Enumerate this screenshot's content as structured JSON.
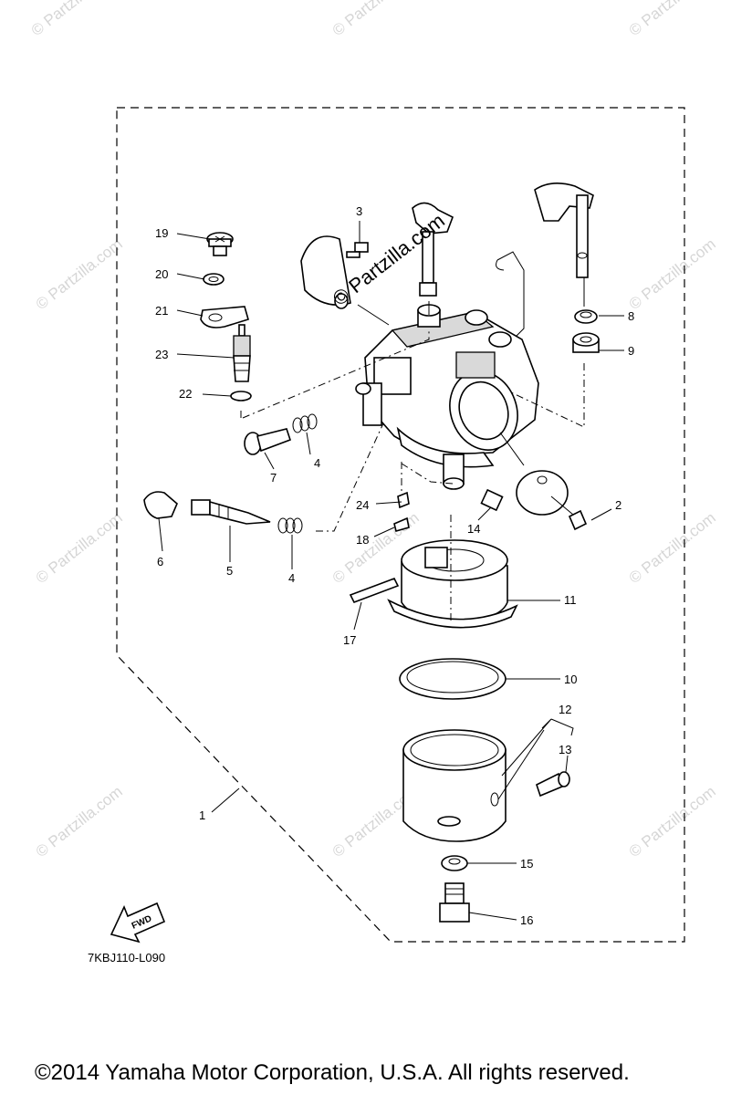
{
  "diagram": {
    "doc_code": "7KBJ110-L090",
    "copyright": "©2014  Yamaha Motor Corporation, U.S.A. All rights reserved.",
    "center_watermark": "© Partzilla.com",
    "watermark": "© Partzilla.com",
    "fwd_label": "FWD",
    "callouts": {
      "c1": "1",
      "c2": "2",
      "c3": "3",
      "c4a": "4",
      "c4b": "4",
      "c5": "5",
      "c6": "6",
      "c7": "7",
      "c8": "8",
      "c9": "9",
      "c10": "10",
      "c11": "11",
      "c12": "12",
      "c13": "13",
      "c14": "14",
      "c15": "15",
      "c16": "16",
      "c17": "17",
      "c18": "18",
      "c19": "19",
      "c20": "20",
      "c21": "21",
      "c22": "22",
      "c23": "23",
      "c24": "24"
    }
  }
}
